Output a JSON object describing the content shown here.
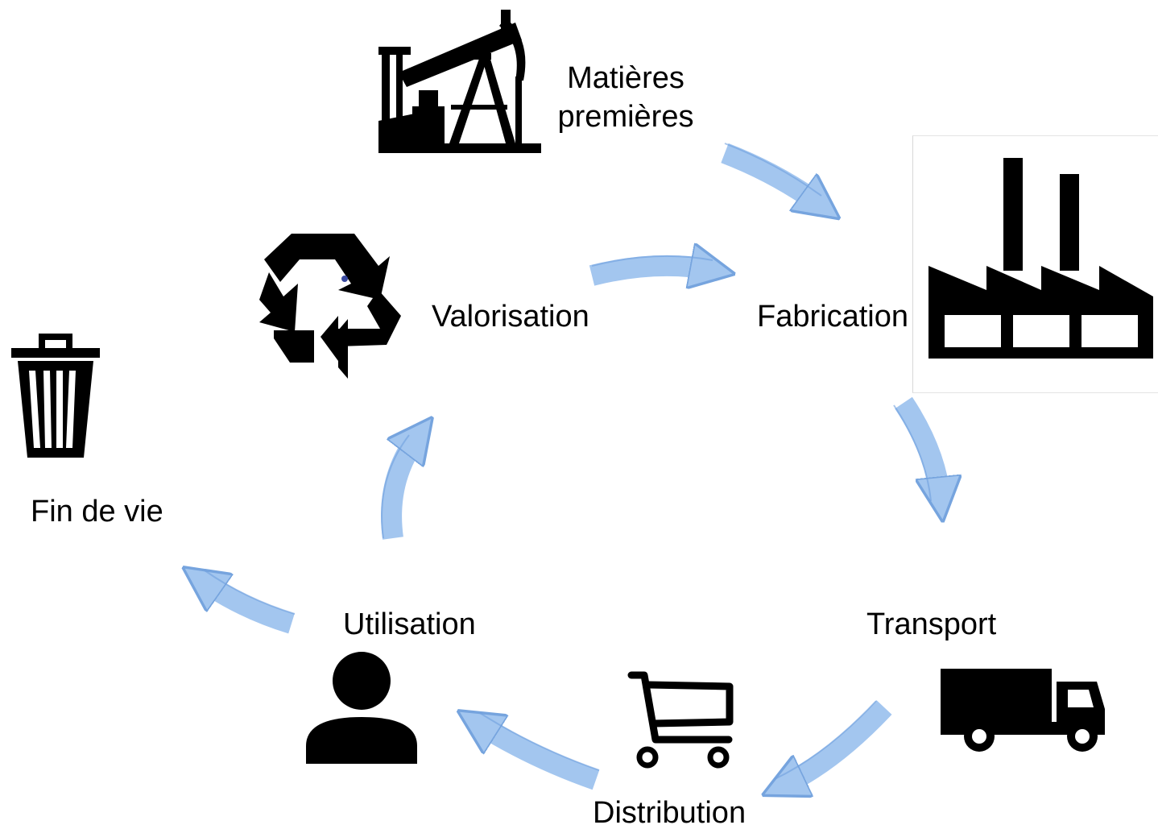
{
  "colors": {
    "arrow_fill": "#9fc3ef",
    "arrow_edge": "#6fa0dd",
    "icon": "#000000",
    "text": "#000000"
  },
  "stages": {
    "raw_materials": {
      "line1": "Matières",
      "line2": "premières",
      "icon": "oil-pump-jack-icon"
    },
    "manufacturing": {
      "label": "Fabrication",
      "icon": "factory-icon"
    },
    "transport": {
      "label": "Transport",
      "icon": "truck-icon"
    },
    "distribution": {
      "label": "Distribution",
      "icon": "shopping-cart-icon"
    },
    "use": {
      "label": "Utilisation",
      "icon": "person-icon"
    },
    "recovery": {
      "label": "Valorisation",
      "icon": "recycle-icon"
    },
    "end_of_life": {
      "label": "Fin de vie",
      "icon": "trash-bin-icon"
    }
  },
  "flows": [
    {
      "from": "Matières premières",
      "to": "Fabrication"
    },
    {
      "from": "Fabrication",
      "to": "Transport"
    },
    {
      "from": "Transport",
      "to": "Distribution"
    },
    {
      "from": "Distribution",
      "to": "Utilisation"
    },
    {
      "from": "Utilisation",
      "to": "Valorisation"
    },
    {
      "from": "Valorisation",
      "to": "Fabrication"
    },
    {
      "from": "Utilisation",
      "to": "Fin de vie"
    }
  ]
}
